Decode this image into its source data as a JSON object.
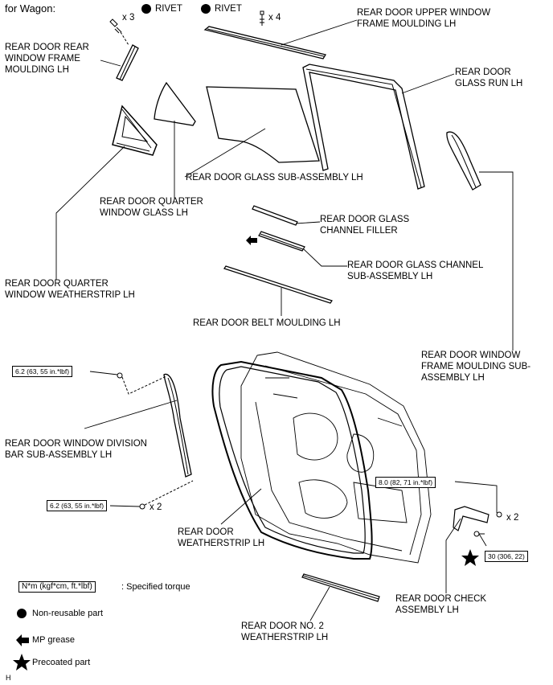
{
  "header": {
    "variant": "for Wagon:",
    "figure_code": "H"
  },
  "fasteners": {
    "rivet_a": "RIVET",
    "rivet_b": "RIVET",
    "qty_x3": "x 3",
    "qty_x4": "x 4",
    "qty_x2_left": "x 2",
    "qty_x2_right": "x 2"
  },
  "parts": {
    "rear_window_frame_moulding": "REAR DOOR REAR\nWINDOW FRAME\nMOULDING LH",
    "upper_window_frame_moulding": "REAR DOOR UPPER WINDOW\nFRAME MOULDING LH",
    "glass_run": "REAR DOOR\nGLASS RUN LH",
    "glass_sub_assembly": "REAR DOOR GLASS SUB-ASSEMBLY LH",
    "quarter_window_glass": "REAR DOOR QUARTER\nWINDOW GLASS LH",
    "glass_channel_filler": "REAR DOOR GLASS\nCHANNEL FILLER",
    "glass_channel_sub_assembly": "REAR DOOR GLASS CHANNEL\nSUB-ASSEMBLY LH",
    "quarter_window_weatherstrip": "REAR DOOR QUARTER\nWINDOW WEATHERSTRIP LH",
    "belt_moulding": "REAR DOOR BELT MOULDING LH",
    "window_frame_moulding_sub": "REAR DOOR WINDOW\nFRAME MOULDING SUB-\nASSEMBLY LH",
    "window_division_bar": "REAR DOOR WINDOW DIVISION\nBAR SUB-ASSEMBLY LH",
    "door_weatherstrip": "REAR DOOR\nWEATHERSTRIP LH",
    "check_assembly": "REAR DOOR CHECK\nASSEMBLY LH",
    "no2_weatherstrip": "REAR DOOR NO. 2\nWEATHERSTRIP LH"
  },
  "torques": {
    "division_bar_top": "6.2 (63, 55 in.*lbf)",
    "division_bar_bottom": "6.2 (63, 55 in.*lbf)",
    "check_to_body": "8.0 (82, 71 in.*lbf)",
    "check_to_door": "30 (306, 22)"
  },
  "legend": {
    "torque_box": "N*m (kgf*cm, ft.*lbf)",
    "torque_desc": ": Specified torque",
    "non_reusable": "Non-reusable part",
    "mp_grease": "MP grease",
    "precoated": "Precoated part"
  }
}
